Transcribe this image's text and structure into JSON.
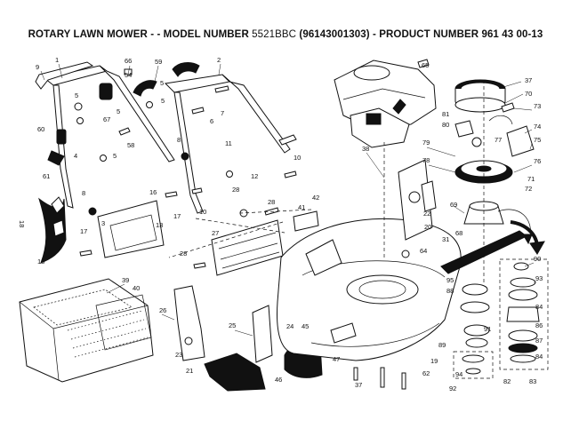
{
  "header": {
    "title_prefix": "ROTARY LAWN MOWER - - MODEL NUMBER",
    "model_number": "5521BBC",
    "title_suffix": "(96143001303) - PRODUCT NUMBER 961 43 00-13"
  },
  "callouts": [
    "1",
    "2",
    "3",
    "4",
    "5",
    "5",
    "5",
    "5",
    "6",
    "7",
    "8",
    "8",
    "9",
    "10",
    "10",
    "11",
    "12",
    "13",
    "16",
    "17",
    "17",
    "17",
    "18",
    "18",
    "19",
    "20",
    "21",
    "22",
    "23",
    "24",
    "25",
    "26",
    "27",
    "28",
    "28",
    "29",
    "31",
    "37",
    "37",
    "38",
    "39",
    "40",
    "41",
    "42",
    "45",
    "46",
    "47",
    "54",
    "58",
    "59",
    "60",
    "61",
    "62",
    "64",
    "65",
    "66",
    "67",
    "68",
    "69",
    "70",
    "71",
    "72",
    "73",
    "74",
    "75",
    "76",
    "77",
    "78",
    "79",
    "80",
    "81",
    "82",
    "83",
    "84",
    "86",
    "87",
    "88",
    "89",
    "90",
    "91",
    "92",
    "93",
    "94",
    "95"
  ]
}
